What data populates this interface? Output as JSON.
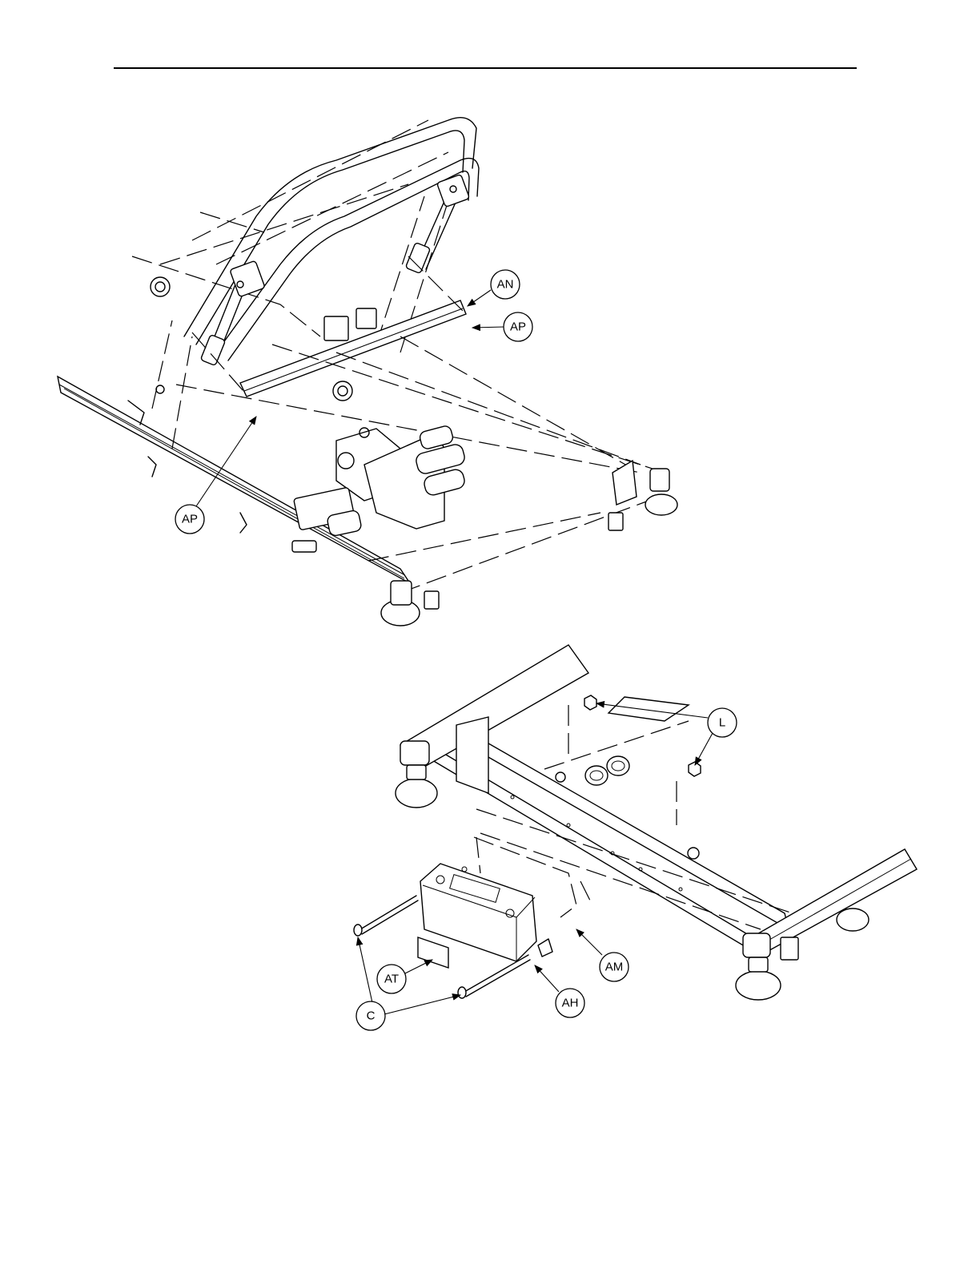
{
  "callouts": {
    "an": "AN",
    "ap_top": "AP",
    "ap_left": "AP",
    "l": "L",
    "am": "AM",
    "at": "AT",
    "ah": "AH",
    "c": "C"
  }
}
